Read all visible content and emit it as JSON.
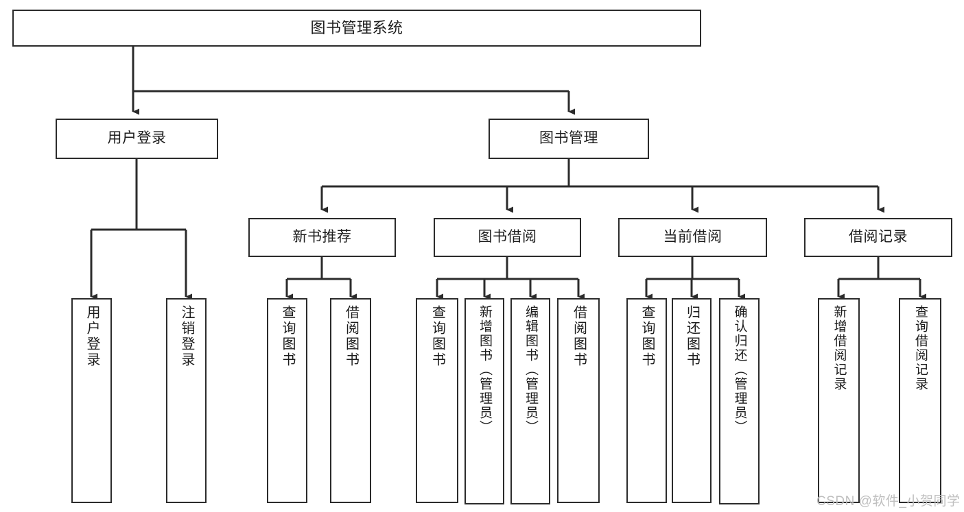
{
  "diagram": {
    "title": "图书管理系统",
    "root": {
      "label": "图书管理系统"
    },
    "level2": [
      {
        "label": "用户登录"
      },
      {
        "label": "图书管理"
      }
    ],
    "level3": [
      {
        "label": "新书推荐"
      },
      {
        "label": "图书借阅"
      },
      {
        "label": "当前借阅"
      },
      {
        "label": "借阅记录"
      }
    ],
    "leaves": {
      "user_login": [
        {
          "label": "用户登录"
        },
        {
          "label": "注销登录"
        }
      ],
      "new_book_recommend": [
        {
          "label": "查询图书"
        },
        {
          "label": "借阅图书"
        }
      ],
      "book_borrow": [
        {
          "label": "查询图书"
        },
        {
          "label": "新增图书（管理员）"
        },
        {
          "label": "编辑图书（管理员）"
        },
        {
          "label": "借阅图书"
        }
      ],
      "current_borrow": [
        {
          "label": "查询图书"
        },
        {
          "label": "归还图书"
        },
        {
          "label": "确认归还（管理员）"
        }
      ],
      "borrow_record": [
        {
          "label": "新增借阅记录"
        },
        {
          "label": "查询借阅记录"
        }
      ]
    }
  },
  "watermark": {
    "text": "CSDN @软件_小贺同学"
  },
  "colors": {
    "stroke": "#2b2b2b",
    "background": "#ffffff",
    "text": "#1c1c1c",
    "watermark": "#bfbfbf"
  }
}
